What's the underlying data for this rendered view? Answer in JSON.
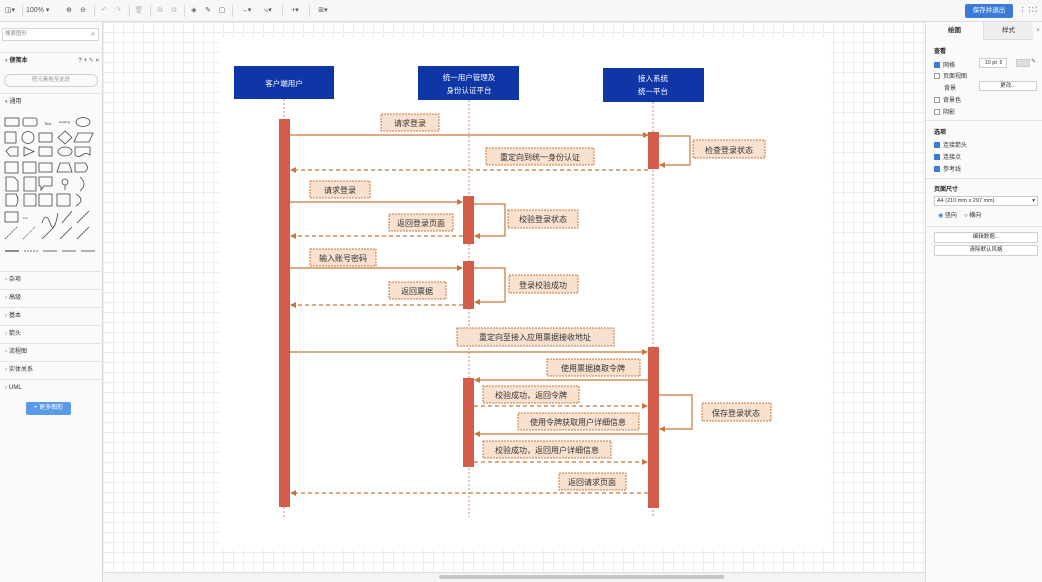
{
  "toolbar": {
    "zoom": "100%",
    "save_label": "保存并退出"
  },
  "left": {
    "search_placeholder": "搜索图形",
    "scratchpad": "便笺本",
    "drop_hint": "把元素拖至此处",
    "general": "通用",
    "sections": [
      "杂项",
      "高级",
      "基本",
      "箭头",
      "流程图",
      "实体关系",
      "UML"
    ],
    "more_shapes": "+ 更多图形"
  },
  "right": {
    "tab_diagram": "绘图",
    "tab_style": "样式",
    "view_head": "查看",
    "grid": "网格",
    "grid_size": "10 pt",
    "page_view": "页面视图",
    "background": "背景",
    "change_btn": "更改...",
    "bg_color": "背景色",
    "shadow": "阴影",
    "options_head": "选项",
    "connection_arrows": "连接箭头",
    "connection_points": "连接点",
    "guides": "参考线",
    "paper_head": "页面尺寸",
    "paper_value": "A4 (210 mm x 297 mm)",
    "portrait": "竖向",
    "landscape": "横向",
    "edit_data": "编辑数据...",
    "clear_style": "清除默认风格"
  },
  "diagram": {
    "actors": [
      "客户端用户",
      "统一用户管理及\n身份认证平台",
      "接入系统\n统一平台"
    ],
    "messages": [
      "请求登录",
      "检查登录状态",
      "重定向到统一身份认证",
      "请求登录",
      "校验登录状态",
      "返回登录页面",
      "输入账号密码",
      "登录校验成功",
      "返回票据",
      "重定向至接入应用票据接收地址",
      "使用票据换取令牌",
      "保存登录状态",
      "校验成功，返回令牌",
      "使用令牌获取用户详细信息",
      "校验成功，返回用户详细信息",
      "返回请求页面"
    ]
  },
  "colors": {
    "actor_fill": "#0e36a6",
    "lifeline_bar": "#d35c4b",
    "arrow": "#c8773a",
    "label_fill": "#f8e1cf",
    "accent": "#3b7bd8"
  }
}
